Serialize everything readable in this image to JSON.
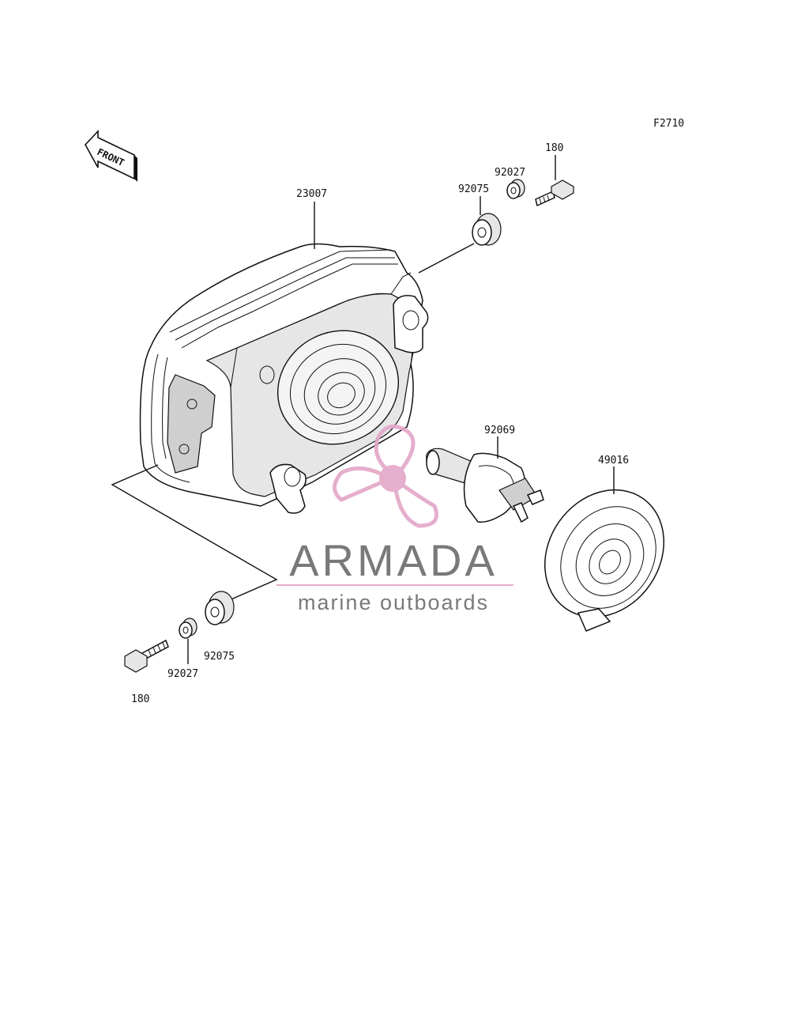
{
  "figure_code": "F2710",
  "front_tag": "FRONT",
  "callouts": {
    "headlight_housing": "23007",
    "bulb": "92069",
    "bulb_cover": "49016",
    "damper_top": "92075",
    "collar_top": "92027",
    "bolt_top": "180",
    "damper_bottom": "92075",
    "collar_bottom": "92027",
    "bolt_bottom": "180"
  },
  "watermark": {
    "brand": "ARMADA",
    "tagline": "marine outboards",
    "colors": {
      "accent": "#e3a6c8",
      "text": "#6b6b6b"
    }
  }
}
